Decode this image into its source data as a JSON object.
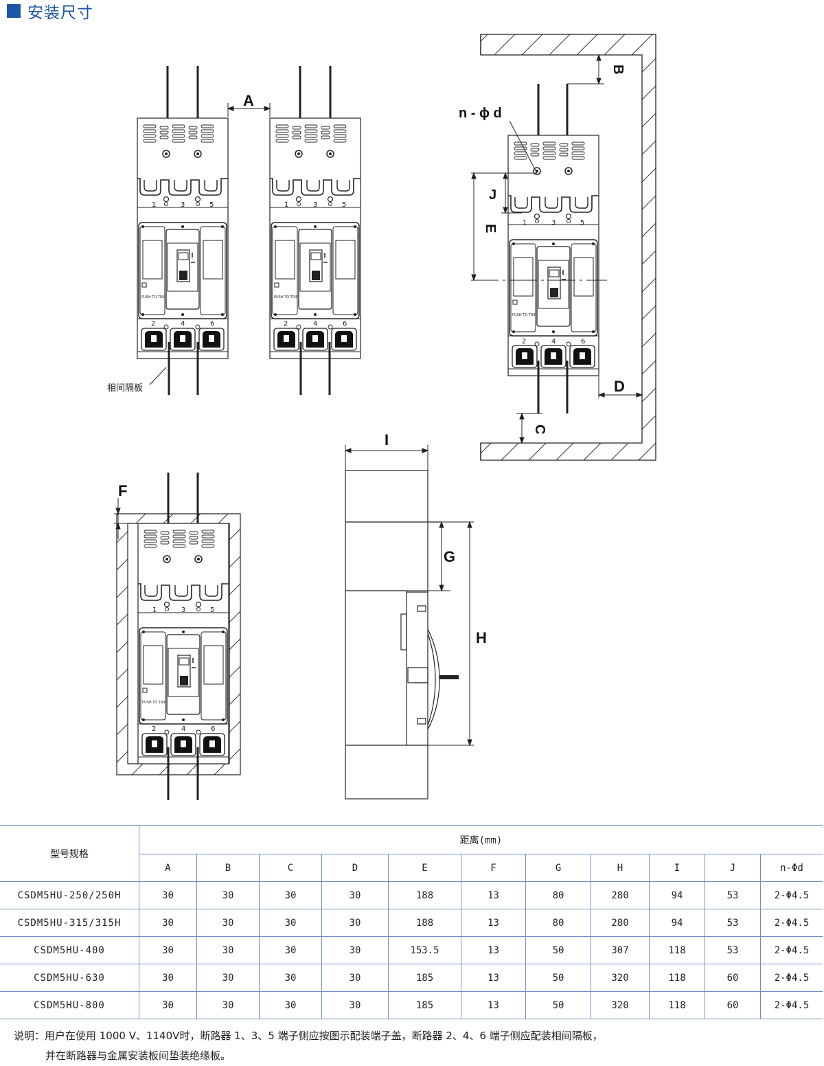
{
  "header": {
    "title": "安装尺寸"
  },
  "diagram": {
    "labels": {
      "A": "A",
      "B": "B",
      "C": "C",
      "D": "D",
      "E": "E",
      "F": "F",
      "G": "G",
      "H": "H",
      "I": "I",
      "J": "J",
      "nd": "n - ϕ d",
      "phase_barrier": "相间隔板"
    },
    "terminals_top": [
      "1",
      "3",
      "5"
    ],
    "terminals_bottom": [
      "2",
      "4",
      "6"
    ],
    "push_to_trip": "PUSH TO TRIP"
  },
  "table": {
    "model_header": "型号规格",
    "distance_header": "距离(mm)",
    "columns": [
      "A",
      "B",
      "C",
      "D",
      "E",
      "F",
      "G",
      "H",
      "I",
      "J",
      "n-Φd"
    ],
    "rows": [
      {
        "model": "CSDM5HU-250/250H",
        "values": [
          "30",
          "30",
          "30",
          "30",
          "188",
          "13",
          "80",
          "280",
          "94",
          "53",
          "2-Φ4.5"
        ]
      },
      {
        "model": "CSDM5HU-315/315H",
        "values": [
          "30",
          "30",
          "30",
          "30",
          "188",
          "13",
          "80",
          "280",
          "94",
          "53",
          "2-Φ4.5"
        ]
      },
      {
        "model": "CSDM5HU-400",
        "values": [
          "30",
          "30",
          "30",
          "30",
          "153.5",
          "13",
          "50",
          "307",
          "118",
          "53",
          "2-Φ4.5"
        ]
      },
      {
        "model": "CSDM5HU-630",
        "values": [
          "30",
          "30",
          "30",
          "30",
          "185",
          "13",
          "50",
          "320",
          "118",
          "60",
          "2-Φ4.5"
        ]
      },
      {
        "model": "CSDM5HU-800",
        "values": [
          "30",
          "30",
          "30",
          "30",
          "185",
          "13",
          "50",
          "320",
          "118",
          "60",
          "2-Φ4.5"
        ]
      }
    ]
  },
  "note": {
    "line1": "说明：用户在使用 1000 V、1140V时，断路器 1、3、5 端子侧应按图示配装端子盖，断路器 2、4、6 端子侧应配装相间隔板，",
    "line2": "并在断路器与金属安装板间垫装绝缘板。"
  }
}
